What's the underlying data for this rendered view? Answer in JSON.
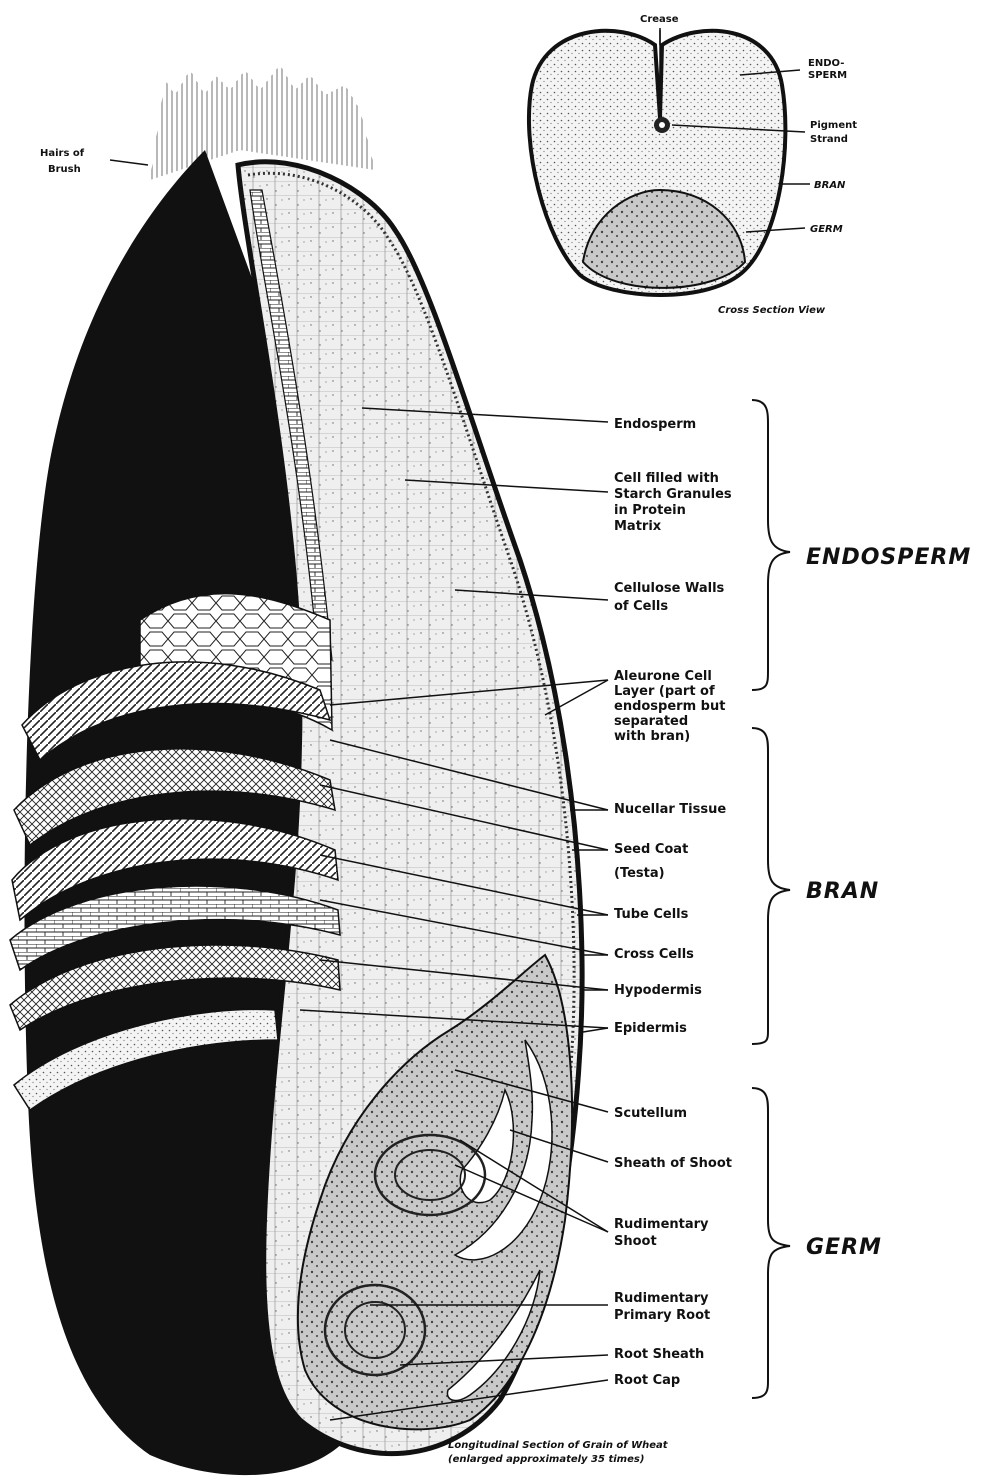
{
  "cross_section": {
    "labels": {
      "crease": "Crease",
      "endosperm": "ENDO-\nSPERM",
      "pigment_strand": "Pigment\nStrand",
      "bran": "BRAN",
      "germ": "GERM"
    },
    "caption": "Cross Section View"
  },
  "longitudinal": {
    "hairs_label": "Hairs of\nBrush",
    "labels": {
      "endosperm": "Endosperm",
      "cell_filled": "Cell filled with\nStarch Granules\nin Protein\nMatrix",
      "cellulose_walls": "Cellulose Walls\nof Cells",
      "aleurone": "Aleurone Cell\nLayer (part of\nendosperm but\nseparated\nwith bran)",
      "nucellar": "Nucellar Tissue",
      "seed_coat": "Seed Coat\n(Testa)",
      "tube_cells": "Tube Cells",
      "cross_cells": "Cross Cells",
      "hypodermis": "Hypodermis",
      "epidermis": "Epidermis",
      "scutellum": "Scutellum",
      "sheath_shoot": "Sheath of Shoot",
      "rudimentary_shoot": "Rudimentary\nShoot",
      "rudimentary_root": "Rudimentary\nPrimary Root",
      "root_sheath": "Root Sheath",
      "root_cap": "Root Cap"
    },
    "caption": "Longitudinal Section of Grain of Wheat\n(enlarged approximately 35 times)"
  },
  "sections": {
    "endosperm": "ENDOSPERM",
    "bran": "BRAN",
    "germ": "GERM"
  }
}
